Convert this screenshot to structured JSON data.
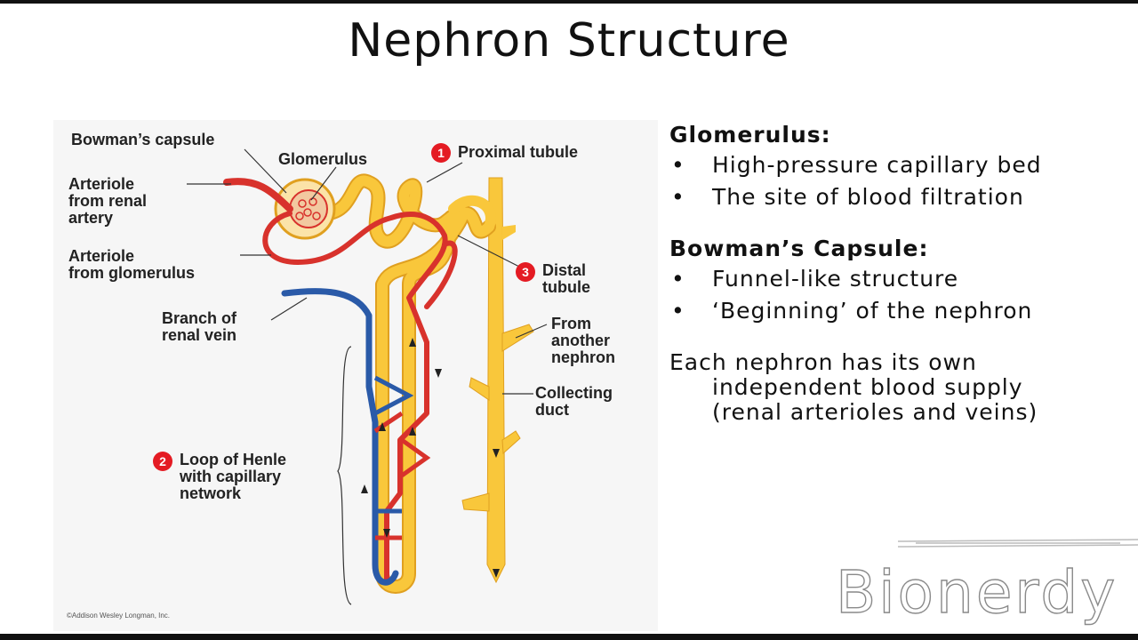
{
  "slide": {
    "title": "Nephron Structure"
  },
  "diagram": {
    "labels": {
      "bowmans_capsule": "Bowman’s capsule",
      "glomerulus": "Glomerulus",
      "proximal_tubule": "Proximal tubule",
      "arteriole_from_renal_artery": "Arteriole\nfrom renal\nartery",
      "arteriole_from_glomerulus": "Arteriole\nfrom glomerulus",
      "distal_tubule": "Distal\ntubule",
      "branch_of_renal_vein": "Branch of\nrenal vein",
      "from_another_nephron": "From\nanother\nnephron",
      "collecting_duct": "Collecting\nduct",
      "loop_of_henle": "Loop of Henle\nwith capillary\nnetwork"
    },
    "numbers": {
      "proximal": "1",
      "loop": "2",
      "distal": "3"
    },
    "credit": "©Addison Wesley Longman, Inc.",
    "colors": {
      "tubule": "#f9c73b",
      "artery": "#d8322c",
      "vein": "#2a5aa8",
      "badge": "#e41b23"
    }
  },
  "notes": {
    "glomerulus_title": "Glomerulus:",
    "glomerulus_bullets": [
      "High-pressure capillary bed",
      "The site of blood filtration"
    ],
    "bowmans_title": "Bowman’s Capsule:",
    "bowmans_bullets": [
      "Funnel-like structure",
      "‘Beginning’ of the nephron"
    ],
    "summary": "Each nephron has its own independent blood supply (renal arterioles and veins)"
  },
  "watermark": "Bionerdy"
}
